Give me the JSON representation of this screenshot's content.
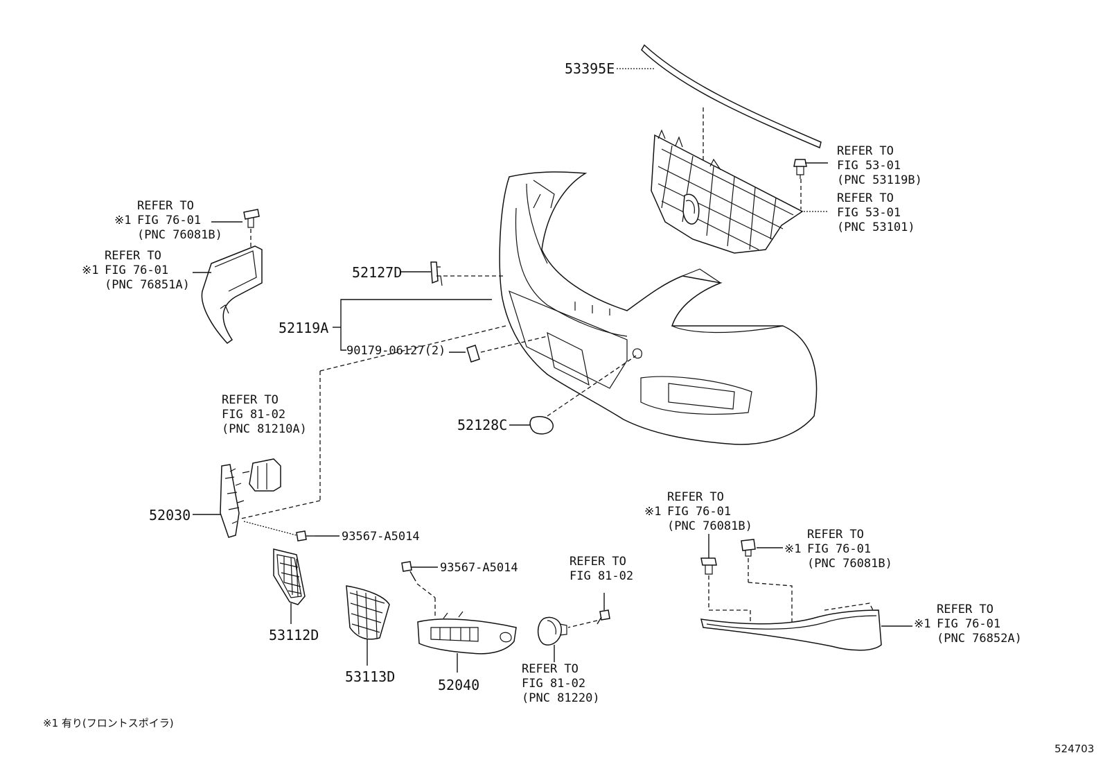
{
  "diagram": {
    "part_numbers": {
      "p53395E": "53395E",
      "p52127D": "52127D",
      "p52119A": "52119A",
      "p90179": "90179-06127(2)",
      "p52128C": "52128C",
      "p52030": "52030",
      "p93567a": "93567-A5014",
      "p93567b": "93567-A5014",
      "p53112D": "53112D",
      "p53113D": "53113D",
      "p52040": "52040"
    },
    "refs": {
      "r53119": [
        "REFER TO",
        "FIG 53-01",
        "(PNC 53119B)"
      ],
      "r53101": [
        "REFER TO",
        "FIG 53-01",
        "(PNC 53101)"
      ],
      "r76081L": [
        "REFER TO",
        "FIG 76-01",
        "(PNC 76081B)"
      ],
      "r76851": [
        "REFER TO",
        "FIG 76-01",
        "(PNC 76851A)"
      ],
      "r81210": [
        "REFER TO",
        "FIG 81-02",
        "(PNC 81210A)"
      ],
      "r81220": [
        "REFER TO",
        "FIG 81-02",
        "(PNC 81220)"
      ],
      "r8102": [
        "REFER TO",
        "FIG 81-02"
      ],
      "r76081a": [
        "REFER TO",
        "FIG 76-01",
        "(PNC 76081B)"
      ],
      "r76081b": [
        "REFER TO",
        "FIG 76-01",
        "(PNC 76081B)"
      ],
      "r76852": [
        "REFER TO",
        "FIG 76-01",
        "(PNC 76852A)"
      ]
    },
    "mark": "※1",
    "footnote": "※1 有り(フロントスポイラ)",
    "figure_id": "524703"
  }
}
